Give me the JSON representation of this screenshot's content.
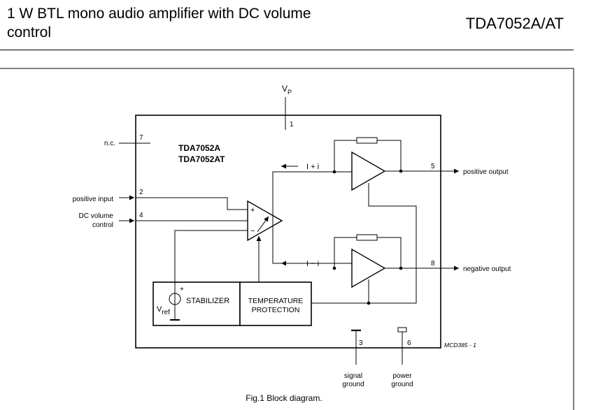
{
  "header": {
    "title": "1 W BTL mono audio amplifier with DC volume control",
    "part_number": "TDA7052A/AT"
  },
  "diagram": {
    "supply": {
      "label_main": "V",
      "label_sub": "P",
      "pin": "1"
    },
    "chip_names": [
      "TDA7052A",
      "TDA7052AT"
    ],
    "nc": {
      "label": "n.c.",
      "pin": "7"
    },
    "positive_input": {
      "label": "positive input",
      "pin": "2"
    },
    "dc_volume": {
      "label_line1": "DC  volume",
      "label_line2": "control",
      "pin": "4"
    },
    "current_pos": "I  +  i",
    "current_neg": "I  −  i",
    "positive_output": {
      "label": "positive output",
      "pin": "5"
    },
    "negative_output": {
      "label": "negative output",
      "pin": "8"
    },
    "stabilizer": {
      "label": "STABILIZER",
      "vref_main": "V",
      "vref_sub": "ref",
      "plus": "+"
    },
    "temperature": {
      "line1": "TEMPERATURE",
      "line2": "PROTECTION"
    },
    "signal_ground": {
      "line1": "signal",
      "line2": "ground",
      "pin": "3"
    },
    "power_ground": {
      "line1": "power",
      "line2": "ground",
      "pin": "6"
    },
    "opamp_plus": "+",
    "opamp_minus": "−",
    "code": "MCD385 - 1",
    "caption": "Fig.1  Block diagram."
  }
}
